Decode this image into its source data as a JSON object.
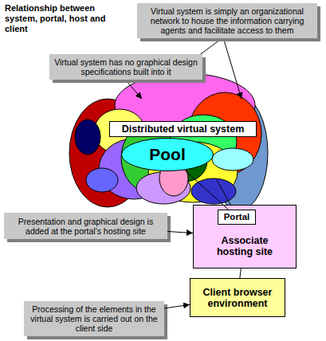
{
  "diagram": {
    "title": "Relationship between system, portal, host and client",
    "nodes": [
      {
        "text": [
          "Virtual system is simply an organizational network to house the information carrying agents and facilitate access to them"
        ]
      },
      {
        "text": [
          "Virtual system has no graphical design specifications built into it"
        ]
      },
      {
        "text": [
          "Distributed virtual system"
        ]
      },
      {
        "text": [
          "Pool"
        ]
      },
      {
        "text": [
          "Associate hosting site"
        ]
      },
      {
        "text": [
          "Portal"
        ],
        "in": 4
      },
      {
        "text": [
          "Presentation and graphical design is added at the portal's hosting site"
        ]
      },
      {
        "text": [
          "Client browser environment"
        ]
      },
      {
        "text": [
          "Processing of the elements in the virtual system is carried out on the client side"
        ]
      }
    ],
    "edges": [
      {
        "from": 3,
        "to": 5,
        "arrow": "none"
      },
      {
        "from": 6,
        "to": 4,
        "arrow": "to"
      },
      {
        "from": 4,
        "to": 7,
        "arrow": "none"
      },
      {
        "from": 8,
        "to": 7,
        "arrow": "to"
      }
    ]
  }
}
